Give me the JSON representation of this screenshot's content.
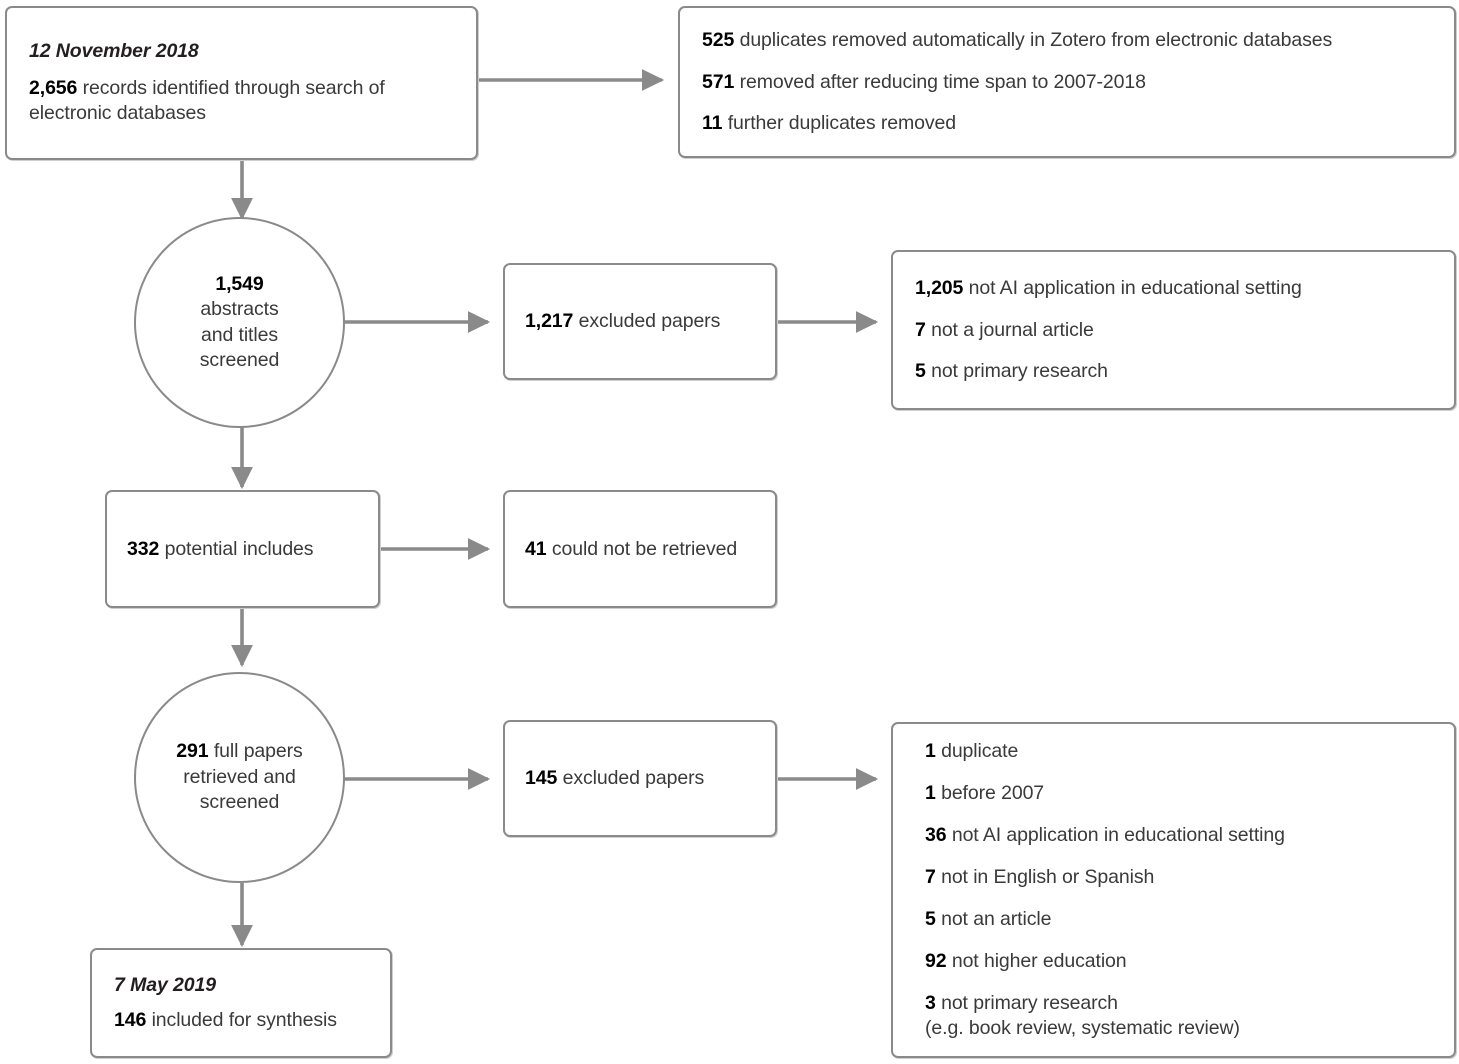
{
  "diagram": {
    "type": "prisma-flow-diagram",
    "accent_color": "#8a8a8a",
    "text_color": "#231f20",
    "nodes": {
      "identification": {
        "date": "12 November 2018",
        "count": "2,656",
        "text": " records identified through search of electronic databases"
      },
      "duplicates_removed": {
        "items": [
          {
            "count": "525",
            "text": " duplicates removed automatically in Zotero from electronic databases"
          },
          {
            "count": "571",
            "text": " removed after reducing time span to 2007-2018"
          },
          {
            "count": "11",
            "text": " further duplicates removed"
          }
        ]
      },
      "screened_circle": {
        "count": "1,549",
        "line1": "abstracts",
        "line2": "and titles",
        "line3": "screened"
      },
      "excluded_screening": {
        "count": "1,217",
        "text": " excluded papers"
      },
      "exclusion_reasons_screening": {
        "items": [
          {
            "count": "1,205",
            "text": " not AI application in educational setting"
          },
          {
            "count": "7",
            "text": " not a journal article"
          },
          {
            "count": "5",
            "text": " not primary research"
          }
        ]
      },
      "potential_includes": {
        "count": "332",
        "text": " potential includes"
      },
      "not_retrieved": {
        "count": "41",
        "text": " could not be retrieved"
      },
      "fulltext_circle": {
        "count": "291",
        "line1": "full papers",
        "line2": "retrieved and",
        "line3": "screened"
      },
      "excluded_fulltext": {
        "count": "145",
        "text": " excluded papers"
      },
      "exclusion_reasons_fulltext": {
        "items": [
          {
            "count": "1",
            "text": " duplicate"
          },
          {
            "count": "1",
            "text": " before 2007"
          },
          {
            "count": "36",
            "text": " not AI application in educational setting"
          },
          {
            "count": "7",
            "text": " not in English or Spanish"
          },
          {
            "count": "5",
            "text": " not an article"
          },
          {
            "count": "92",
            "text": " not higher education"
          },
          {
            "count": "3",
            "text": " not primary research"
          }
        ],
        "note": "(e.g. book review, systematic review)"
      },
      "included": {
        "date": "7 May 2019",
        "count": "146",
        "text": " included for synthesis"
      }
    }
  }
}
